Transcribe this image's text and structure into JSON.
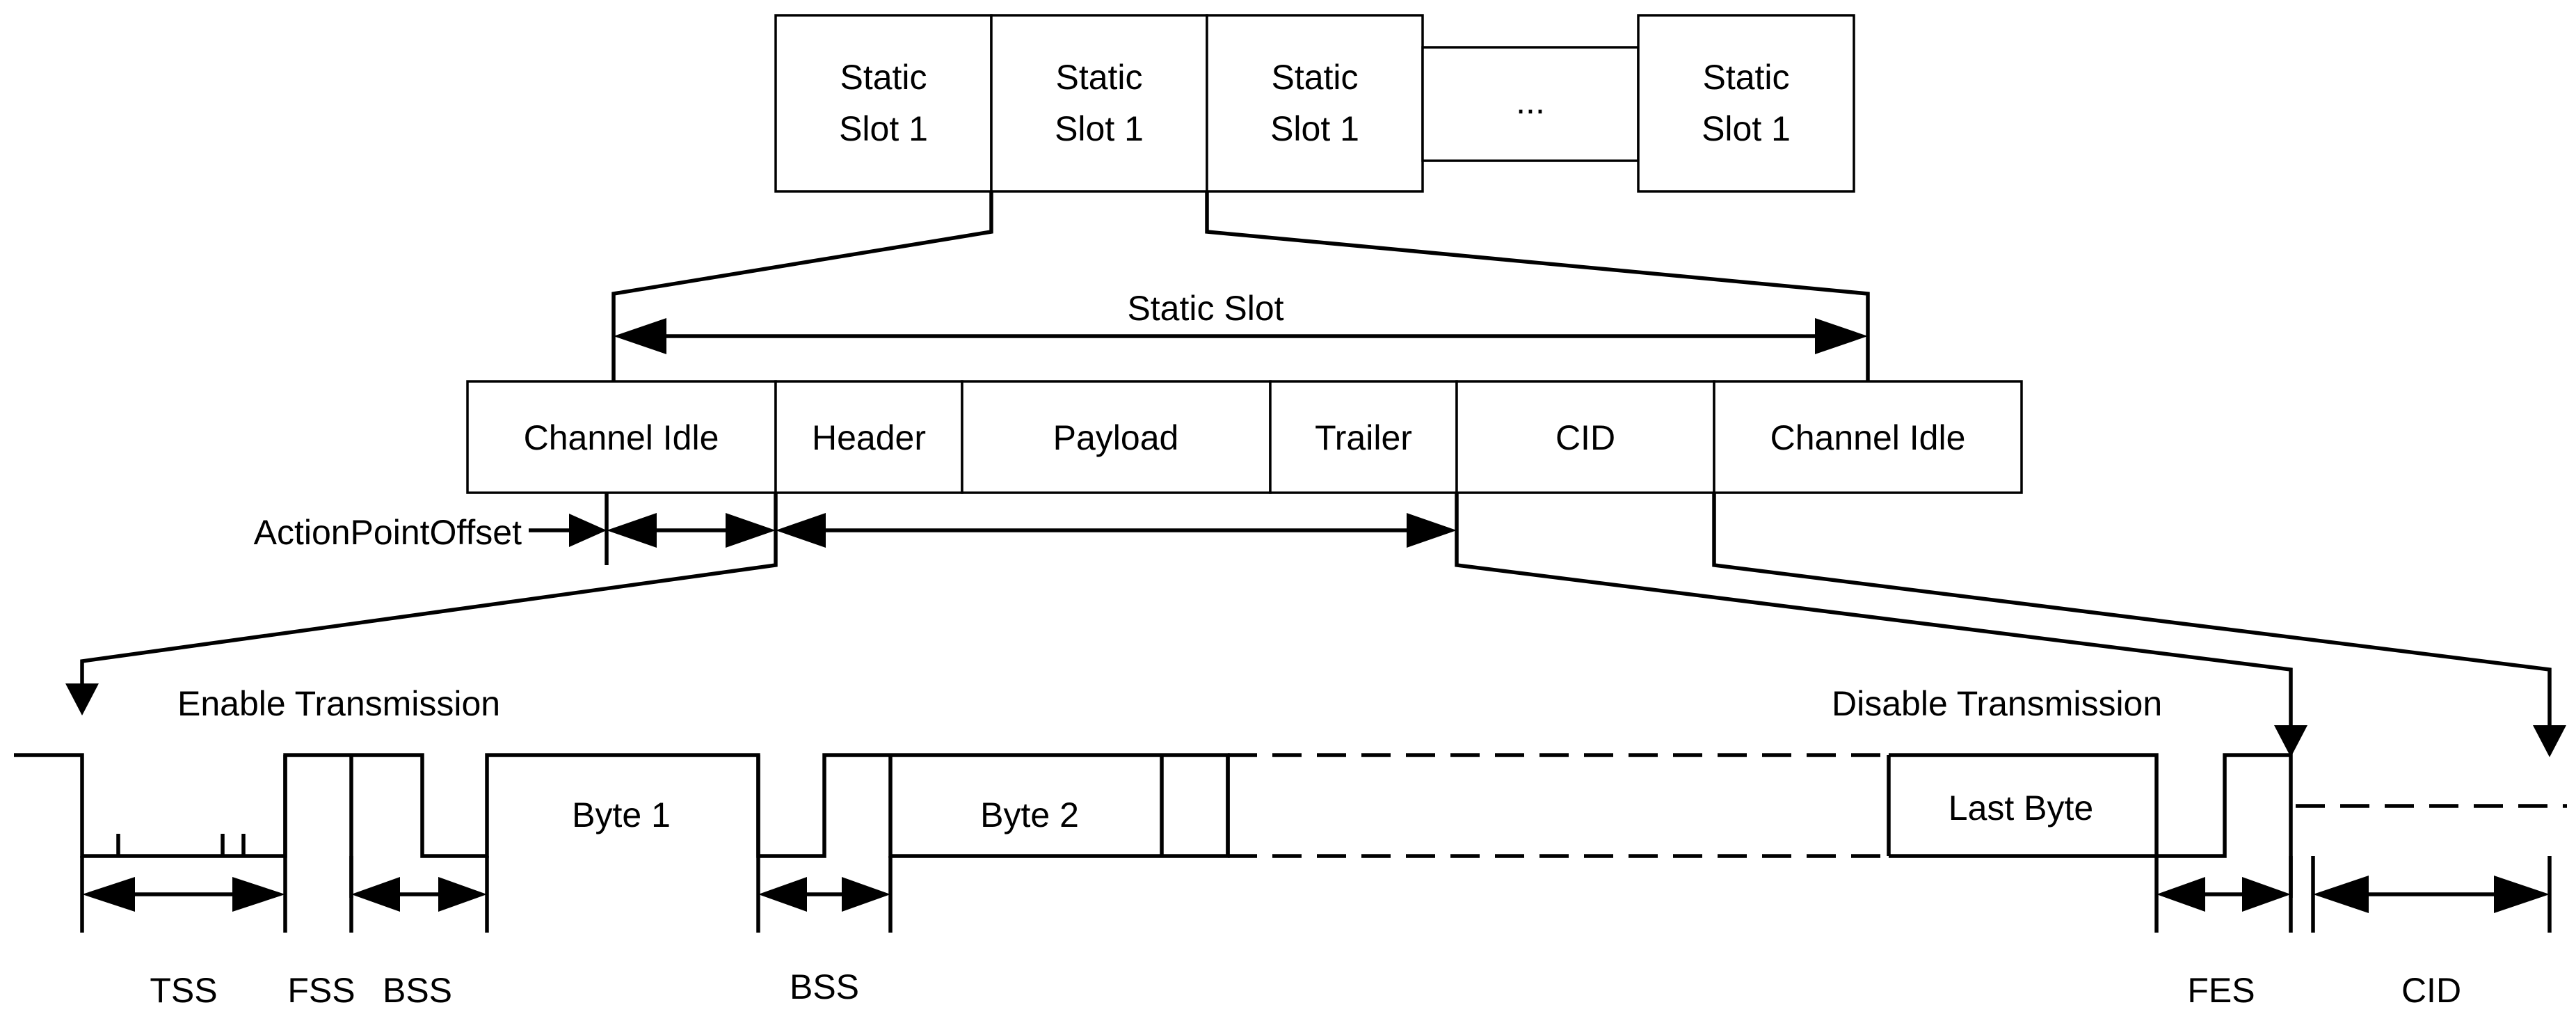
{
  "top_slots": [
    {
      "label": "Static\nSlot 1"
    },
    {
      "label": "Static\nSlot 1"
    },
    {
      "label": "Static\nSlot 1"
    },
    {
      "label": "..."
    },
    {
      "label": "Static\nSlot 1"
    }
  ],
  "static_slot_label": "Static Slot",
  "segments": [
    {
      "label": "Channel Idle"
    },
    {
      "label": "Header"
    },
    {
      "label": "Payload"
    },
    {
      "label": "Trailer"
    },
    {
      "label": "CID"
    },
    {
      "label": "Channel Idle"
    }
  ],
  "action_point_offset_label": "ActionPointOffset",
  "enable_transmission_label": "Enable Transmission",
  "disable_transmission_label": "Disable Transmission",
  "signal_labels": {
    "byte1": "Byte 1",
    "byte2": "Byte 2",
    "last_byte": "Last Byte"
  },
  "bottom_labels": {
    "tss": "TSS",
    "fss": "FSS",
    "bss1": "BSS",
    "bss2": "BSS",
    "fes": "FES",
    "cid": "CID"
  }
}
